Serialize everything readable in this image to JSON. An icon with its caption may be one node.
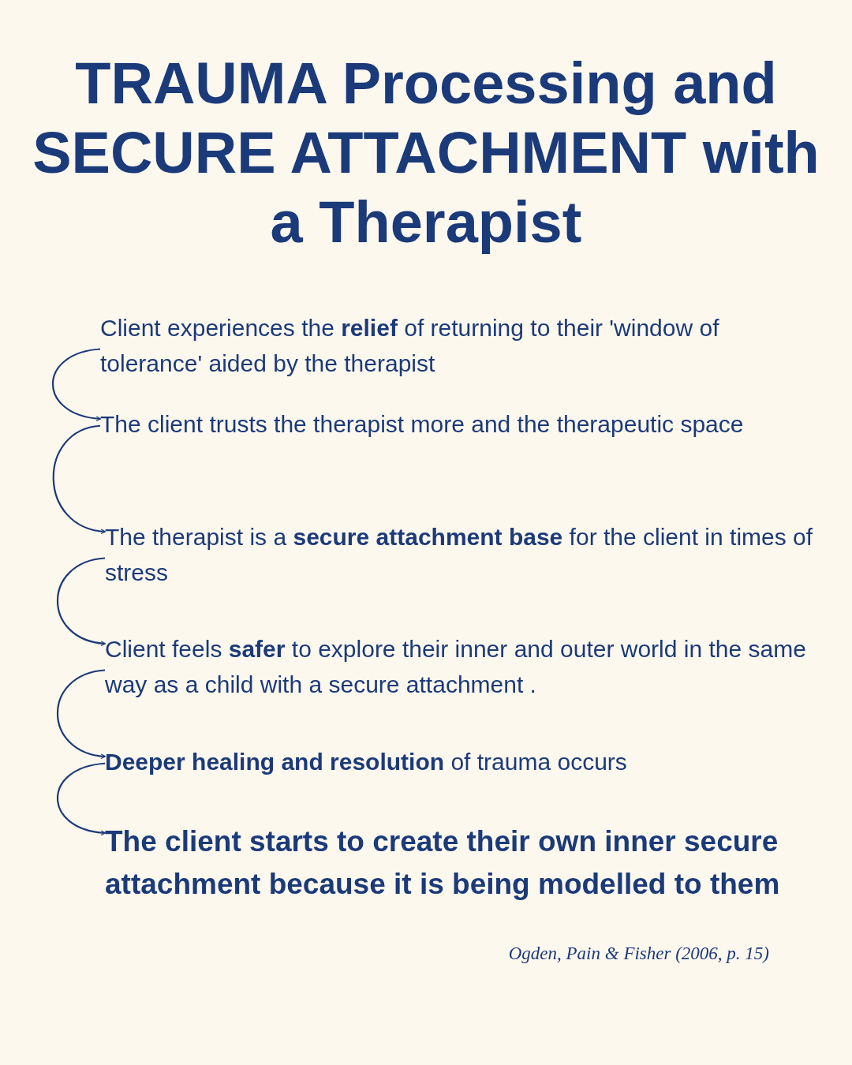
{
  "diagram": {
    "title": "TRAUMA Processing and SECURE ATTACHMENT with a Therapist",
    "nodes": [
      {
        "text": [
          "Client experiences the **relief** of returning to their 'window of tolerance' aided by the therapist"
        ]
      },
      {
        "text": [
          "The client trusts the therapist more and the therapeutic space"
        ]
      },
      {
        "text": [
          "The therapist is a **secure attachment base** for the client in times of stress"
        ]
      },
      {
        "text": [
          "Client feels **safer** to explore their inner and outer world in the same way as a child with a secure attachment ."
        ]
      },
      {
        "text": [
          "**Deeper healing and resolution** of trauma occurs"
        ]
      },
      {
        "text": [
          "The client starts to create their own inner secure attachment because it is being modelled to them"
        ]
      }
    ],
    "edges": [
      {
        "from": 0,
        "to": 1,
        "arrow": "to"
      },
      {
        "from": 1,
        "to": 2,
        "arrow": "to"
      },
      {
        "from": 2,
        "to": 3,
        "arrow": "to"
      },
      {
        "from": 3,
        "to": 4,
        "arrow": "to"
      },
      {
        "from": 4,
        "to": 5,
        "arrow": "to"
      }
    ],
    "labels": [
      "Ogden, Pain & Fisher (2006, p. 15)"
    ]
  }
}
